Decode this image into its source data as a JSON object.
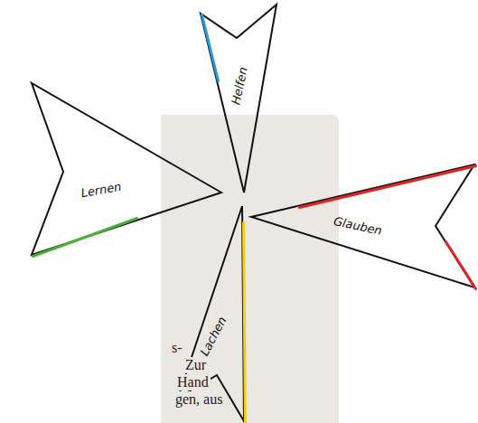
{
  "diagram": {
    "nodes": [
      {
        "text": [
          "Helfen"
        ]
      },
      {
        "text": [
          "Glauben"
        ]
      },
      {
        "text": [
          "Lachen"
        ]
      },
      {
        "text": [
          "Lernen"
        ]
      }
    ],
    "labels": [
      "s-",
      "Zur",
      "Hand",
      "gen, aus"
    ]
  }
}
